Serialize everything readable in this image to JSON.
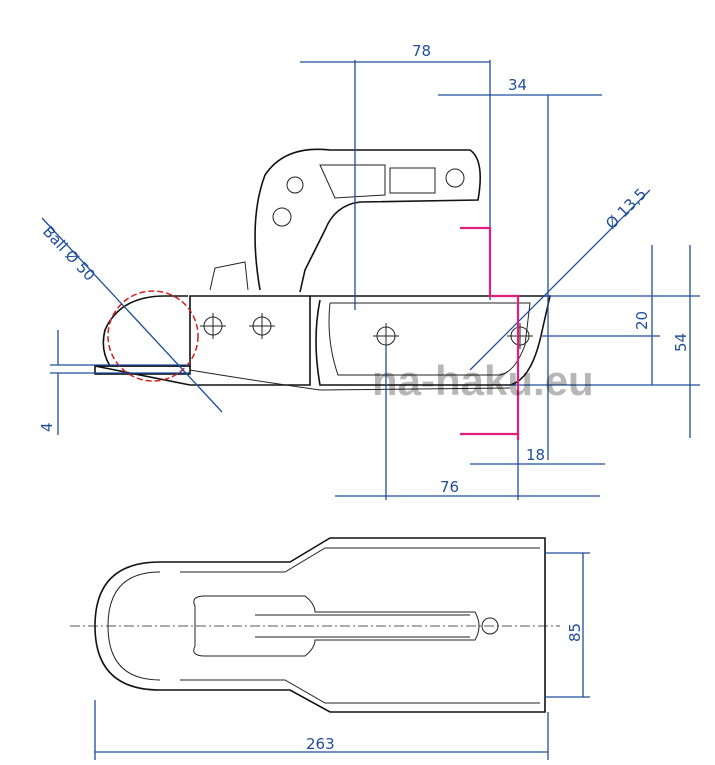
{
  "drawing": {
    "watermark": "na-haku.eu",
    "dimensions": {
      "d78": "78",
      "d34": "34",
      "d13_5": "Ø 13,5",
      "ball": "Ball Ø 50",
      "d20": "20",
      "d54": "54",
      "d4": "4",
      "d18": "18",
      "d76": "76",
      "d85": "85",
      "d263": "263"
    },
    "colors": {
      "dimension": "#1f4e9a",
      "marker": "#e0207a",
      "ball_circle": "#d42020"
    }
  }
}
